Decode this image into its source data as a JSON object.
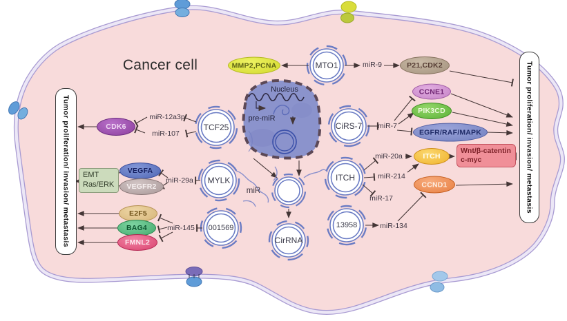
{
  "figure": {
    "cell_title": "Cancer cell",
    "left_box": "Tumor proliferation/ invasion/ metastasis",
    "right_box": "Tumor proliferation/ invasion/ metastasis"
  },
  "nucleus": {
    "title": "Nucleus",
    "pre_mir": "pre-miR"
  },
  "center_flow": {
    "mir": "miR",
    "cirrna": "CirRNA"
  },
  "circrnas": {
    "tcf25": "TCF25",
    "mto1": "MTO1",
    "cirs7": "CiRS-7",
    "mylk": "MYLK",
    "c001569": "001569",
    "itch": "ITCH",
    "c13958": "13958"
  },
  "mirnas": {
    "mir12a3p": "miR-12a3p",
    "mir107": "miR-107",
    "mir9": "miR-9",
    "mir7": "miR-7",
    "mir20a": "miR-20a",
    "mir214": "miR-214",
    "mir17": "miR-17",
    "mir134": "miR-134",
    "mir29a": "miR-29a",
    "mir145": "miR-145"
  },
  "targets": {
    "mmp2_pcna": "MMP2,PCNA",
    "p21_cdk2": "P21,CDK2",
    "ccne1": "CCNE1",
    "pik3cd": "PIK3CD",
    "egfr_raf_mapk": "EGFR/RAF/MAPK",
    "itch": "ITCH",
    "ccnd1": "CCND1",
    "cdk6": "CDK6",
    "vegfa": "VEGFA",
    "vegfr2": "VEGFR2",
    "e2f5": "E2F5",
    "bag4": "BAG4",
    "fmnl2": "FMNL2"
  },
  "pathway_boxes": {
    "emt_line1": "EMT",
    "emt_line2": "Ras/ERK",
    "wnt_line1": "Wnt/β-catentin",
    "wnt_line2": "c-myc"
  },
  "colors": {
    "cell_fill": "#f8dbdb",
    "membrane": "#a89ad2",
    "nucleus_fill": "#8b93cc",
    "nucleus_border": "#5c4856",
    "ring_blue": "#6b7cc4",
    "arrow": "#443636"
  }
}
